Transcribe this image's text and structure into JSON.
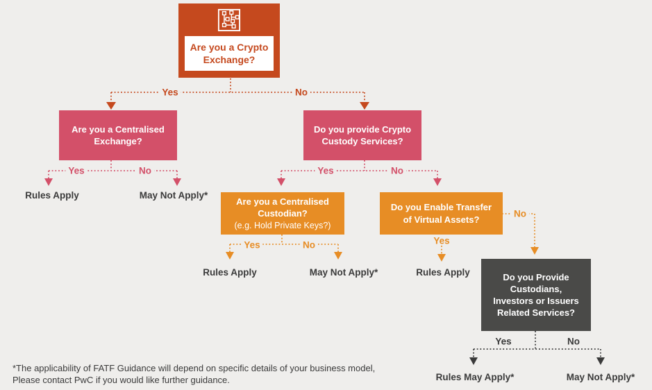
{
  "page": {
    "background": "#efeeec",
    "type": "decision-flowchart"
  },
  "colors": {
    "root_box": "#c5491e",
    "pink_box": "#d35069",
    "orange_box": "#e78d25",
    "dark_box": "#4a4a48",
    "outcome_text": "#3a3a3a",
    "box_text": "#ffffff"
  },
  "labels": {
    "yes": "Yes",
    "no": "No"
  },
  "outcomes": {
    "rules_apply": "Rules Apply",
    "may_not_apply": "May Not Apply*",
    "rules_may_apply": "Rules May Apply*"
  },
  "nodes": {
    "root": {
      "icon": "blockchain-network-icon",
      "question": [
        "Are you a Crypto",
        "Exchange?"
      ]
    },
    "centralised_exchange": {
      "question": [
        "Are you a Centralised",
        "Exchange?"
      ]
    },
    "custody_services": {
      "question": [
        "Do you provide Crypto",
        "Custody Services?"
      ]
    },
    "centralised_custodian": {
      "question": [
        "Are you a Centralised",
        "Custodian?"
      ],
      "subtext": "(e.g. Hold Private Keys?)"
    },
    "enable_transfer": {
      "question": [
        "Do you Enable Transfer",
        "of Virtual Assets?"
      ]
    },
    "related_services": {
      "question": [
        "Do you Provide",
        "Custodians,",
        "Investors or Issuers",
        "Related Services?"
      ]
    }
  },
  "footnote": [
    "*The applicability of FATF Guidance will depend on specific details of your business model,",
    "Please contact PwC if you would like further guidance."
  ]
}
